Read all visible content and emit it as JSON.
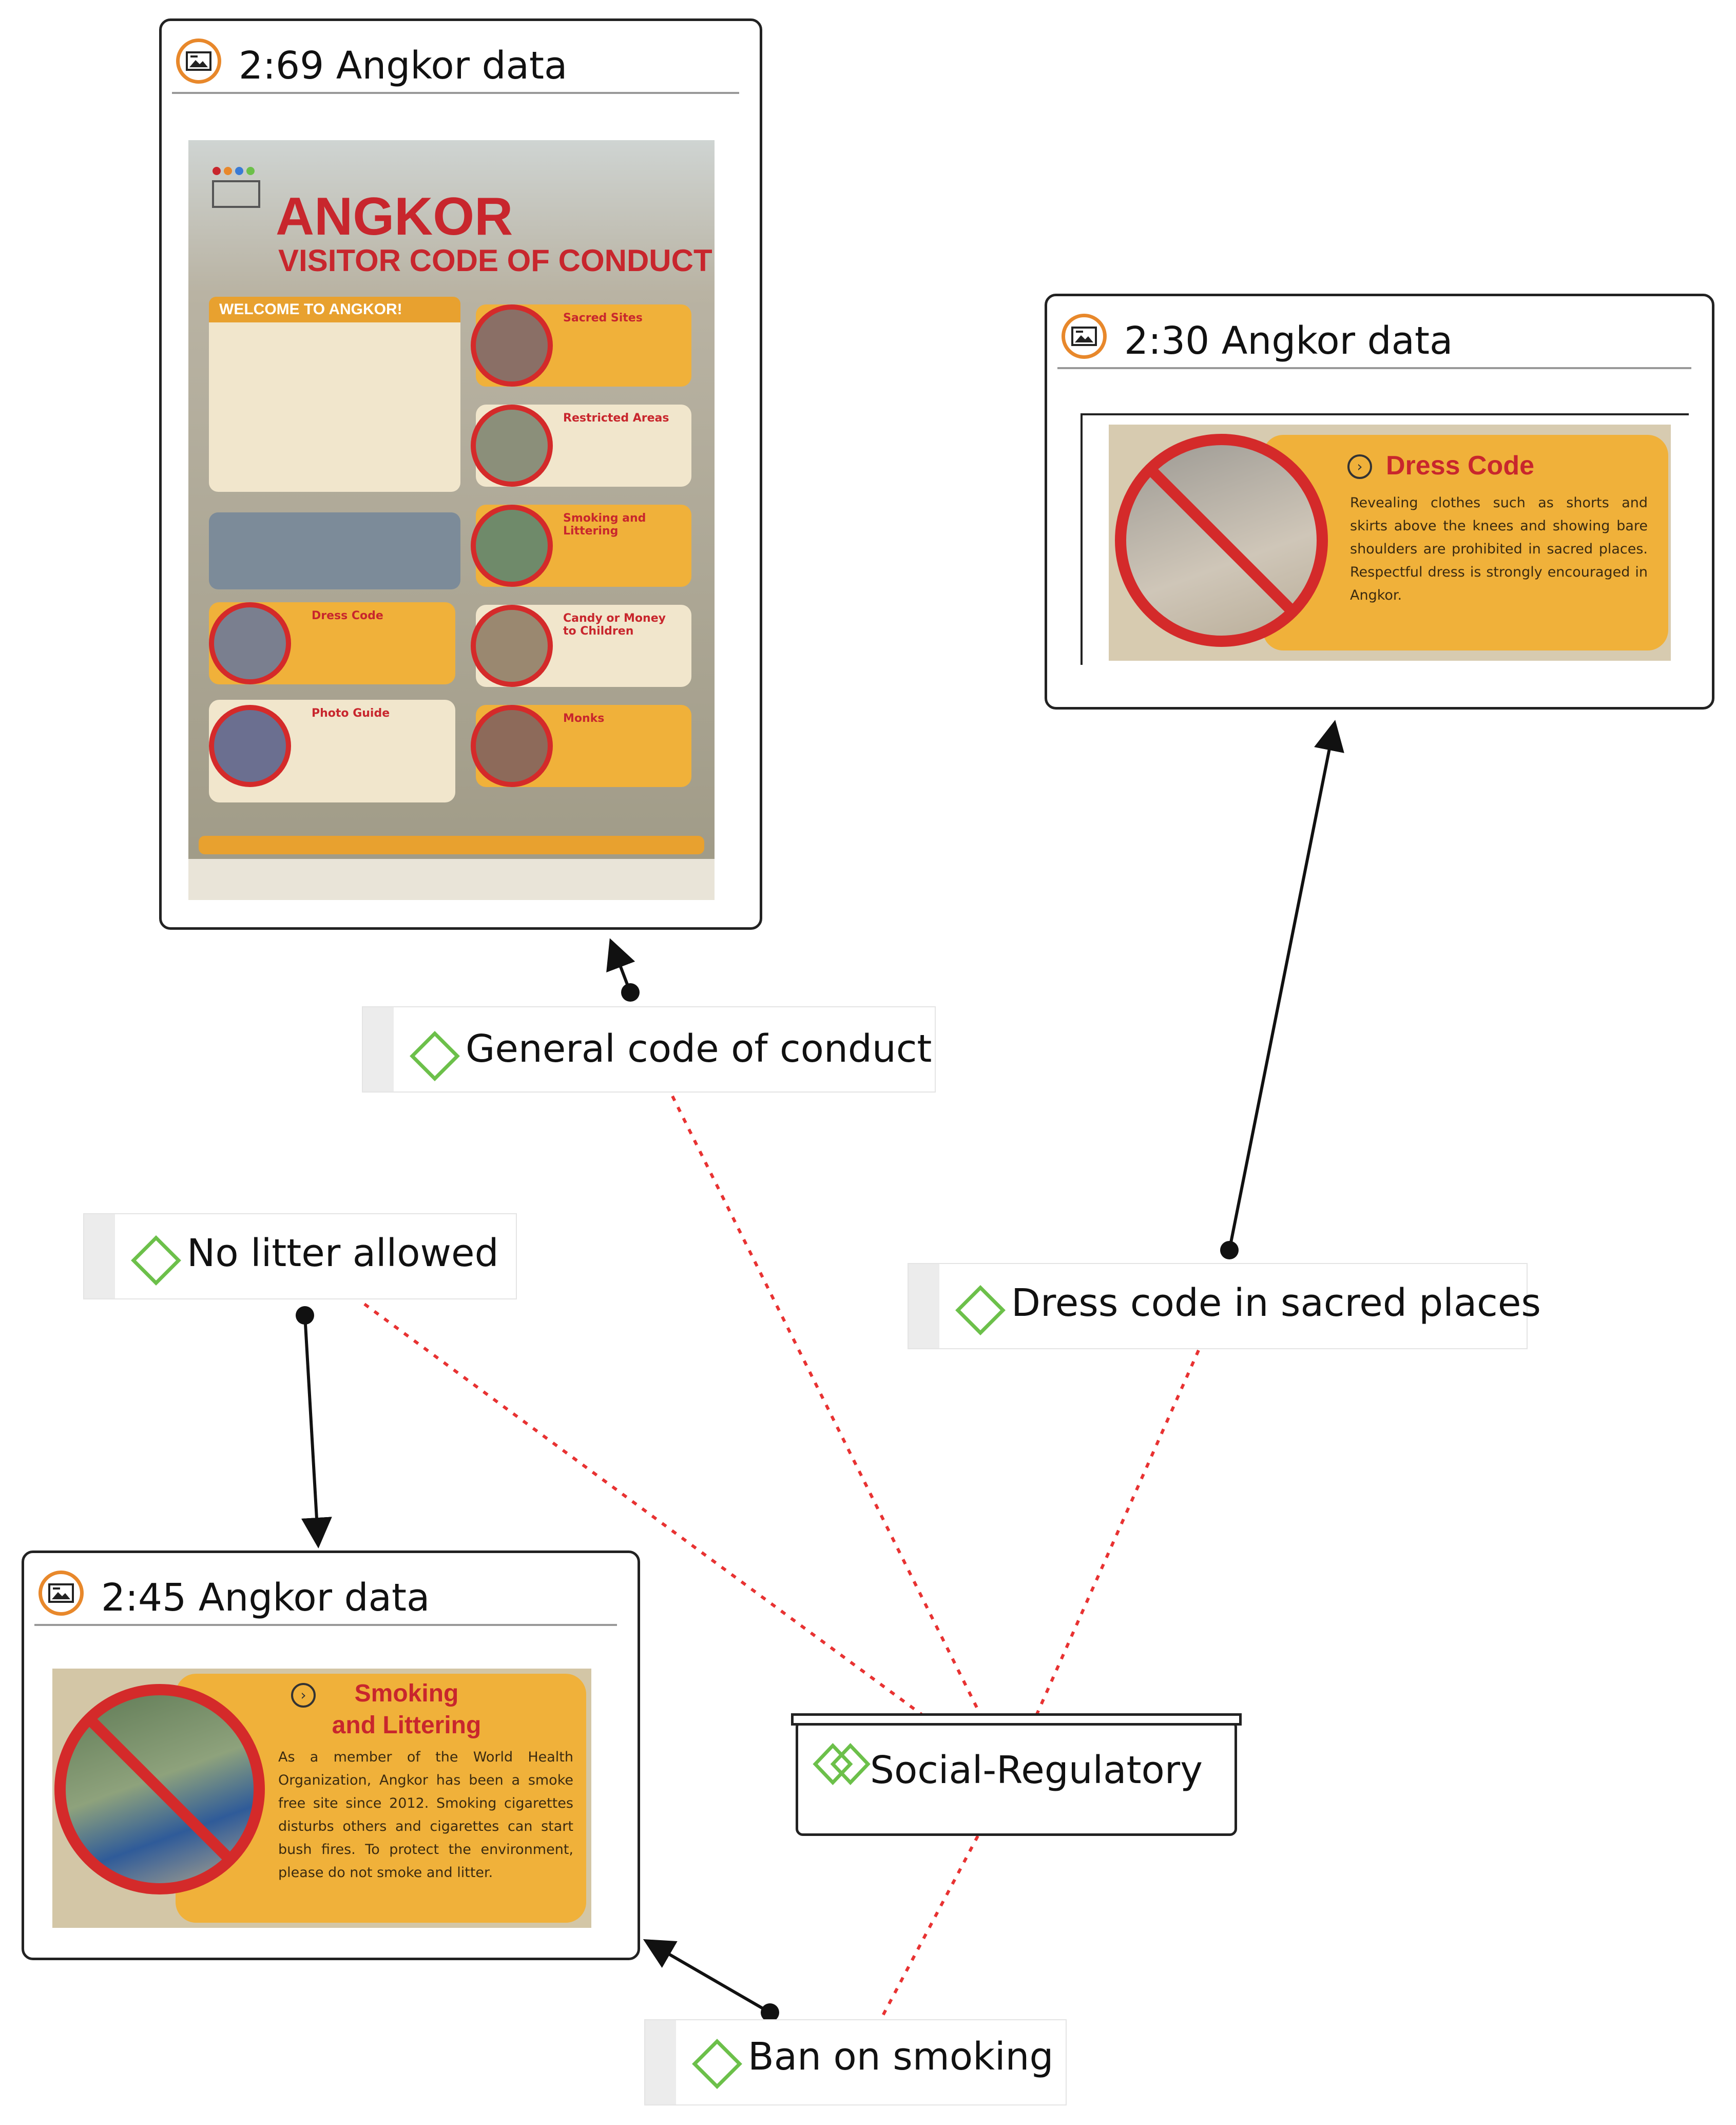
{
  "documents": [
    {
      "title": "2:69 Angkor data",
      "poster": {
        "title": "ANGKOR",
        "subtitle": "VISITOR CODE OF CONDUCT",
        "welcome": "WELCOME TO ANGKOR!",
        "sections": [
          "Sacred Sites",
          "Restricted Areas",
          "Smoking and Littering",
          "Dress Code",
          "Candy or Money to Children",
          "Monks",
          "Photo Guide"
        ]
      }
    },
    {
      "title": "2:30 Angkor data",
      "panel": {
        "heading": "Dress Code",
        "body": "Revealing clothes such as shorts and skirts above the knees and showing bare shoulders are prohibited in sacred places. Respectful dress is strongly encouraged in Angkor."
      }
    },
    {
      "title": "2:45 Angkor data",
      "panel": {
        "heading": "Smoking and Littering",
        "body": "As a member of the World Health Organization, Angkor has been a smoke free site since 2012. Smoking cigarettes disturbs others and cigarettes can start bush fires. To protect the environment, please do not smoke and litter."
      }
    }
  ],
  "codes": {
    "general": "General code of conduct",
    "litter": "No litter allowed",
    "dress": "Dress code in sacred places",
    "smoking": "Ban on smoking"
  },
  "group": {
    "label": "Social-Regulatory"
  },
  "colors": {
    "doc_icon": "#e8882b",
    "code_diamond": "#6cc04a",
    "association_line": "#e83232",
    "link_line": "#111111",
    "panel_orange": "#f0b13a",
    "heading_red": "#c8262d"
  }
}
